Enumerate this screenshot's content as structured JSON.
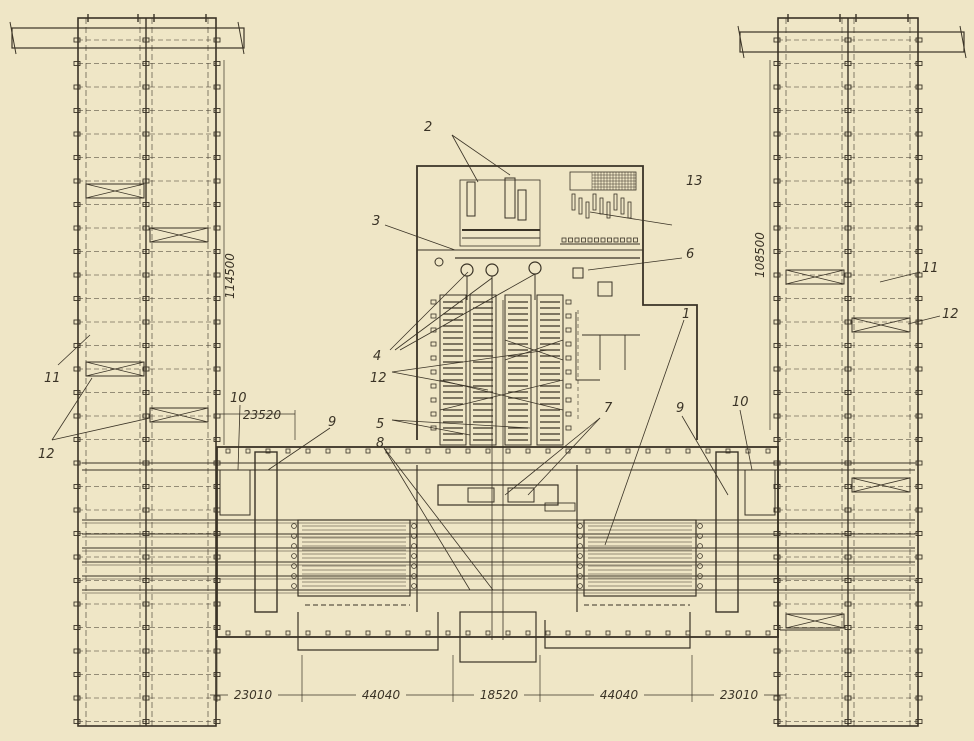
{
  "drawing": {
    "paper_color": "#efe6c6",
    "ink_color": "#3a3326",
    "height_dims": {
      "left": "114500",
      "right": "108500"
    },
    "wing_gap_dim": "23520",
    "bottom_dims": [
      "23010",
      "44040",
      "18520",
      "44040",
      "23010"
    ],
    "callouts": {
      "c1": "1",
      "c2": "2",
      "c3": "3",
      "c4": "4",
      "c5": "5",
      "c6": "6",
      "c7": "7",
      "c8": "8",
      "c9_left": "9",
      "c9_right": "9",
      "c10_left": "10",
      "c10_right": "10",
      "c11_left": "11",
      "c11_right": "11",
      "c12_left": "12",
      "c12_center": "12",
      "c12_right": "12",
      "c13": "13"
    }
  }
}
